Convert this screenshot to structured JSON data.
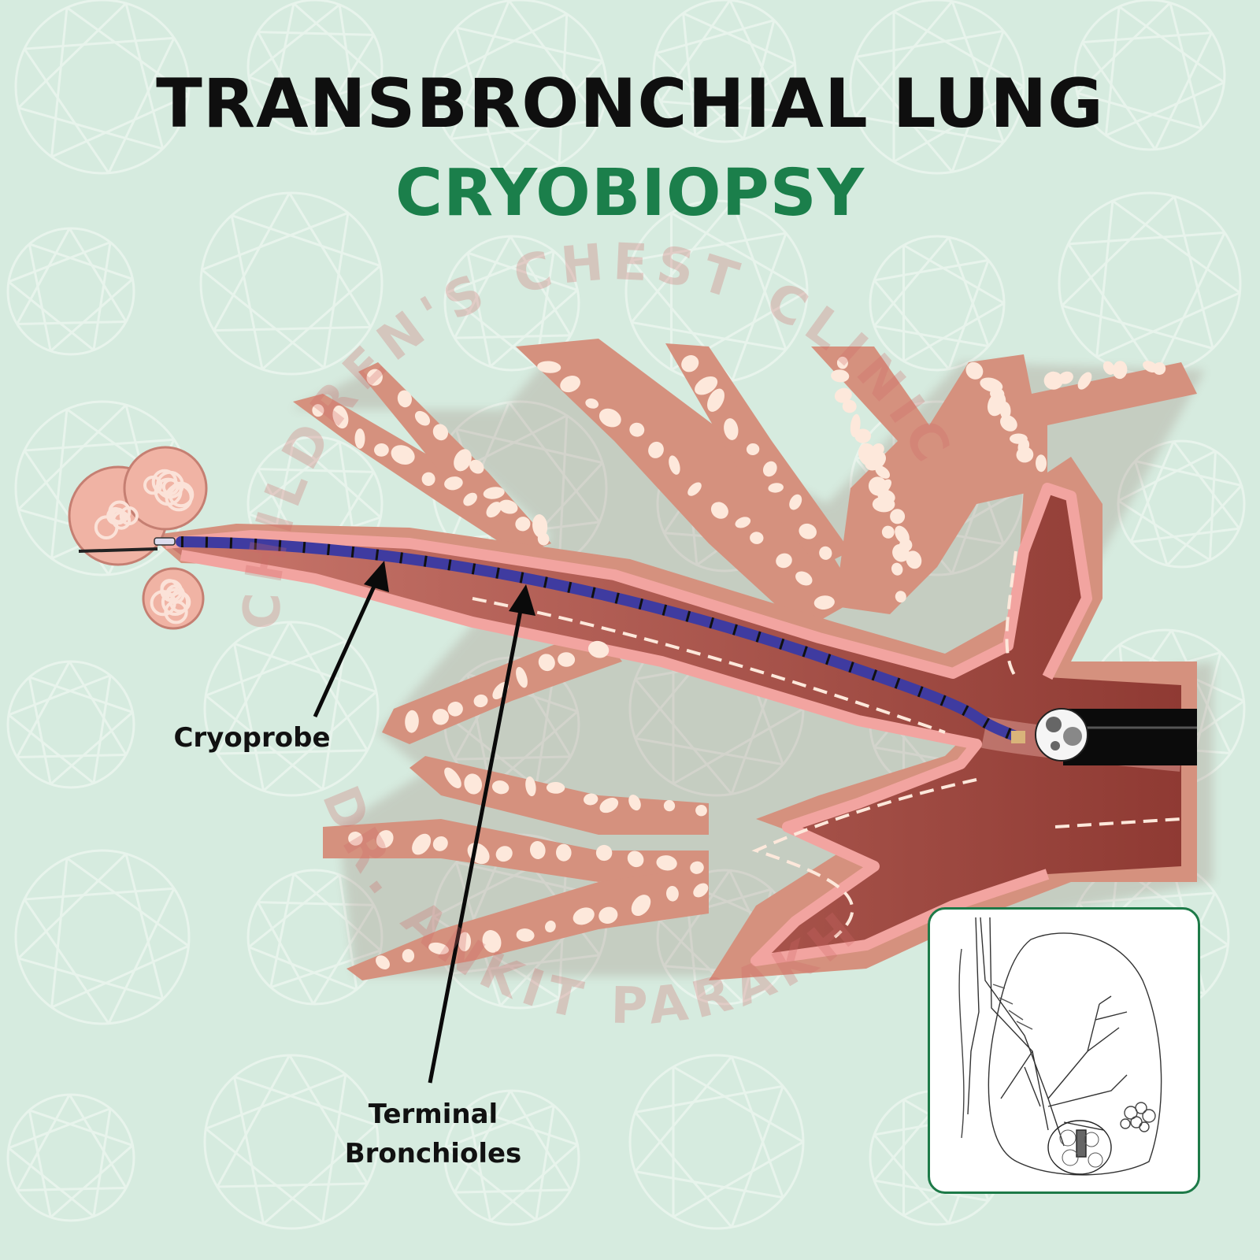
{
  "title": {
    "line1": "TRANSBRONCHIAL LUNG",
    "line2": "CRYOBIOPSY"
  },
  "labels": {
    "cryoprobe": "Cryoprobe",
    "terminal_line1": "Terminal",
    "terminal_line2": "Bronchioles"
  },
  "watermark": {
    "line1": "CHILDREN'S CHEST CLINIC",
    "line2": "DR. ANKIT PARAKH"
  },
  "colors": {
    "background": "#d6ebdf",
    "title_black": "#0f0f0f",
    "title_green": "#1b7f4b",
    "tissue": "#d5917e",
    "airway_lumen": "#9a3f37",
    "mucosa": "#f2a4a0",
    "probe": "#3f3ba0",
    "inset_border": "#1d7a48"
  }
}
